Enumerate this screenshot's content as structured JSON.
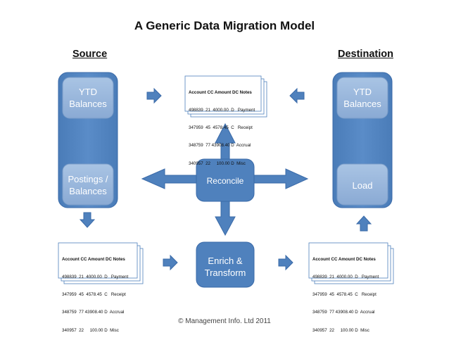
{
  "title": "A Generic Data Migration Model",
  "source_label": "Source",
  "destination_label": "Destination",
  "source": {
    "top_box": "YTD\nBalances",
    "bottom_box": "Postings /\nBalances"
  },
  "destination": {
    "top_box": "YTD\nBalances",
    "bottom_box": "Load"
  },
  "center": {
    "reconcile": "Reconcile",
    "enrich": "Enrich &\nTransform"
  },
  "document": {
    "header": "Account CC Amount DC Notes",
    "rows": [
      "498839  21  4000.00  D   Payment",
      "347959  45  4578.45  C   Receipt",
      "348759  77 43908.40 D  Accrual",
      "340957  22     100.00 D  Misc"
    ]
  },
  "footer": "© Management Info. Ltd 2011",
  "colors": {
    "column_fill": "#4f81bd",
    "inner_box_fill": "#95b3d7",
    "arrow_fill": "#4f81bd",
    "doc_border": "#4f81bd"
  }
}
